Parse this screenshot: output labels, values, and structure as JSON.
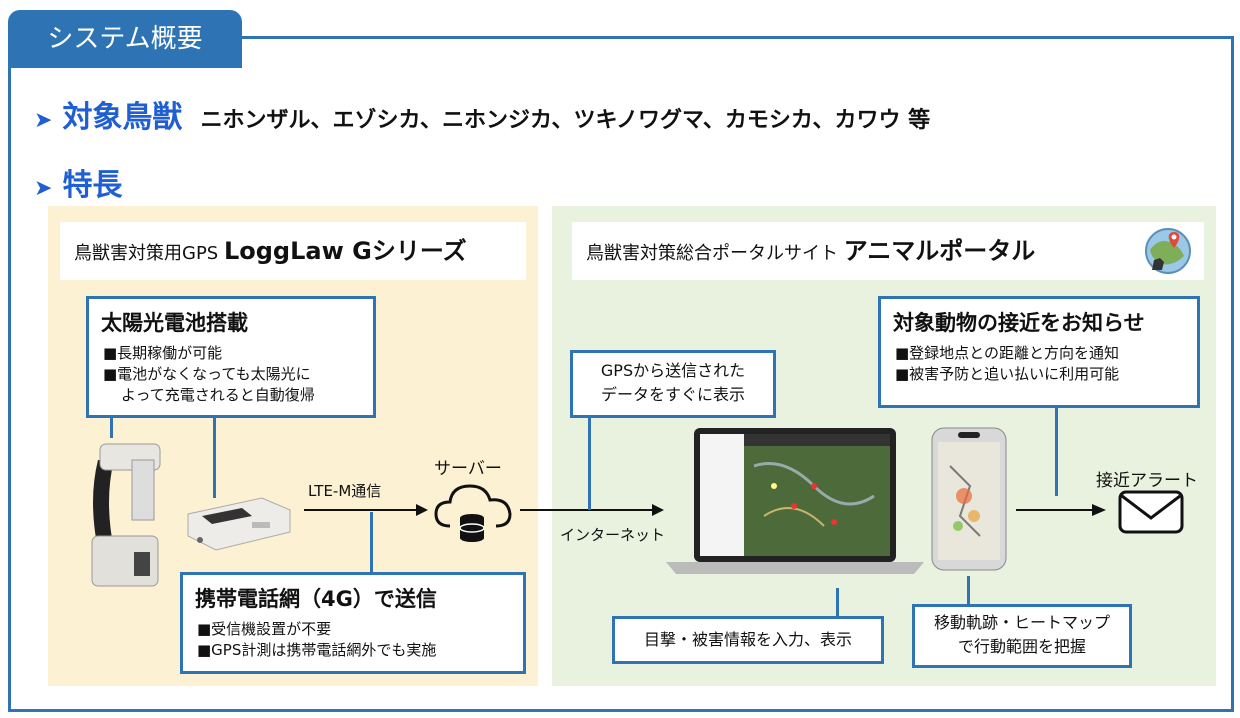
{
  "header": {
    "tab_title": "システム概要"
  },
  "targets": {
    "heading": "対象鳥獣",
    "species": "ニホンザル、エゾシカ、ニホンジカ、ツキノワグマ、カモシカ、カワウ 等"
  },
  "features": {
    "heading": "特長"
  },
  "left_panel": {
    "title_prefix": "鳥獣害対策用GPS",
    "title_product": "LoggLaw Gシリーズ",
    "solar": {
      "title": "太陽光電池搭載",
      "line1": "■長期稼働が可能",
      "line2a": "■電池がなくなっても太陽光に",
      "line2b": "よって充電されると自動復帰"
    },
    "mobile": {
      "title": "携帯電話網（4G）で送信",
      "line1": "■受信機設置が不要",
      "line2": "■GPS計測は携帯電話網外でも実施"
    },
    "lte_label": "LTE-M通信",
    "server_label": "サーバー"
  },
  "right_panel": {
    "title_prefix": "鳥獣害対策総合ポータルサイト",
    "title_product": "アニマルポータル",
    "gps_box": {
      "line1": "GPSから送信された",
      "line2": "データをすぐに表示"
    },
    "approach": {
      "title": "対象動物の接近をお知らせ",
      "line1": "■登録地点との距離と方向を通知",
      "line2": "■被害予防と追い払いに利用可能"
    },
    "internet_label": "インターネット",
    "alert_label": "接近アラート",
    "witness_box": "目撃・被害情報を入力、表示",
    "track_box": {
      "line1": "移動軌跡・ヒートマップ",
      "line2": "で行動範囲を把握"
    }
  },
  "colors": {
    "accent": "#2e74b5",
    "heading_blue": "#1f5fd1",
    "left_bg": "#fdf1d3",
    "right_bg": "#e9f1df"
  }
}
